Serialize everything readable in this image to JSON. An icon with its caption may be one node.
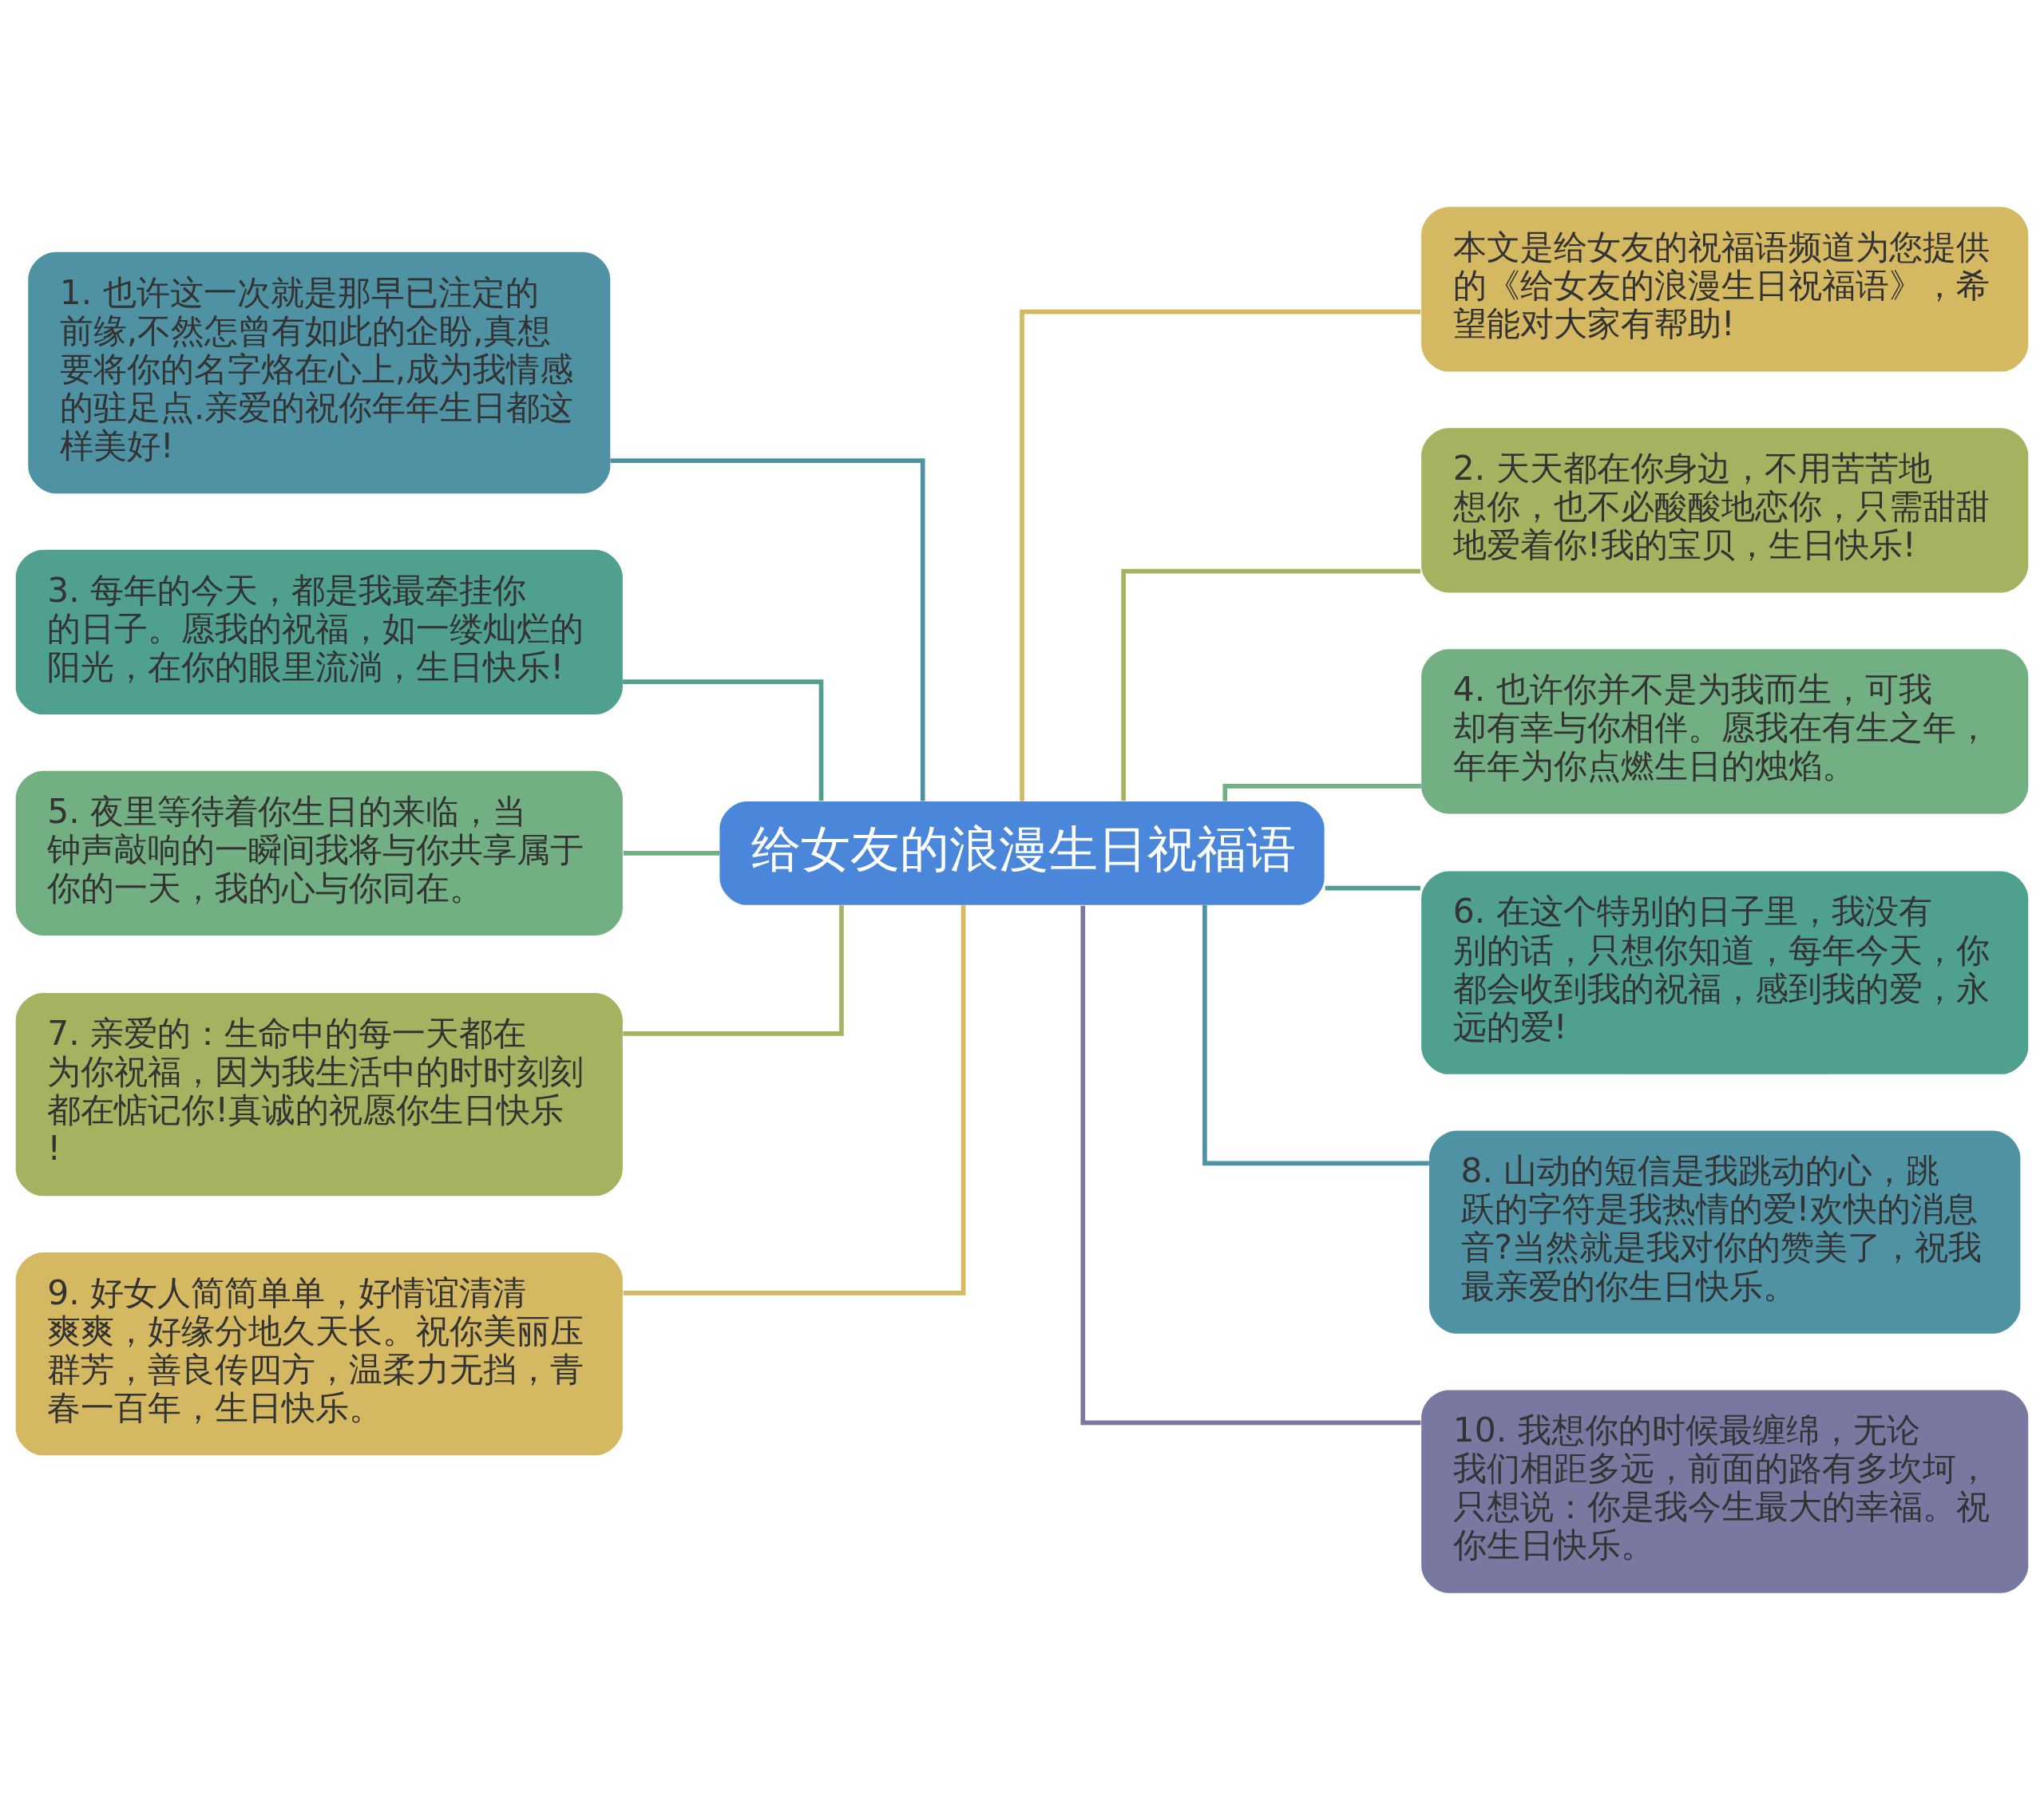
{
  "diagram": {
    "nodes": [
      {
        "text": [
          "给女友的浪漫生日祝福语"
        ]
      },
      {
        "text": [
          "本文是给女友的祝福语频道为您提供的《给女友的浪漫生日祝福语》，希望能对大家有帮助!"
        ]
      },
      {
        "text": [
          "1. 也许这一次就是那早已注定的前缘,不然怎曾有如此的企盼,真想要将你的名字烙在心上,成为我情感的驻足点.亲爱的祝你年年生日都这样美好!"
        ]
      },
      {
        "text": [
          "2. 天天都在你身边，不用苦苦地想你，也不必酸酸地恋你，只需甜甜地爱着你!我的宝贝，生日快乐!"
        ]
      },
      {
        "text": [
          "3. 每年的今天，都是我最牵挂你的日子。愿我的祝福，如一缕灿烂的阳光，在你的眼里流淌，生日快乐!"
        ]
      },
      {
        "text": [
          "4. 也许你并不是为我而生，可我却有幸与你相伴。愿我在有生之年，年年为你点燃生日的烛焰。"
        ]
      },
      {
        "text": [
          "5. 夜里等待着你生日的来临，当钟声敲响的一瞬间我将与你共享属于你的一天，我的心与你同在。"
        ]
      },
      {
        "text": [
          "6. 在这个特别的日子里，我没有别的话，只想你知道，每年今天，你都会收到我的祝福，感到我的爱，永远的爱!"
        ]
      },
      {
        "text": [
          "7. 亲爱的：生命中的每一天都在为你祝福，因为我生活中的时时刻刻都在惦记你!真诚的祝愿你生日快乐!"
        ]
      },
      {
        "text": [
          "8. 山动的短信是我跳动的心，跳跃的字符是我热情的爱!欢快的消息音?当然就是我对你的赞美了，祝我最亲爱的你生日快乐。"
        ]
      },
      {
        "text": [
          "9. 好女人简简单单，好情谊清清爽爽，好缘分地久天长。祝你美丽压群芳，善良传四方，温柔力无挡，青春一百年，生日快乐。"
        ]
      },
      {
        "text": [
          "10. 我想你的时候最缠绵，无论我们相距多远，前面的路有多坎坷，只想说：你是我今生最大的幸福。祝你生日快乐。"
        ]
      }
    ],
    "edges": [
      {
        "from": 0,
        "to": 1,
        "arrow": "none",
        "color": "#d4b962"
      },
      {
        "from": 0,
        "to": 2,
        "arrow": "none",
        "color": "#4e92a3"
      },
      {
        "from": 0,
        "to": 3,
        "arrow": "none",
        "color": "#a3b35f"
      },
      {
        "from": 0,
        "to": 4,
        "arrow": "none",
        "color": "#4fa08f"
      },
      {
        "from": 0,
        "to": 5,
        "arrow": "none",
        "color": "#72b083"
      },
      {
        "from": 0,
        "to": 6,
        "arrow": "none",
        "color": "#72b083"
      },
      {
        "from": 0,
        "to": 7,
        "arrow": "none",
        "color": "#4fa08f"
      },
      {
        "from": 0,
        "to": 8,
        "arrow": "none",
        "color": "#a3b35f"
      },
      {
        "from": 0,
        "to": 9,
        "arrow": "none",
        "color": "#4e92a3"
      },
      {
        "from": 0,
        "to": 10,
        "arrow": "none",
        "color": "#d4b962"
      },
      {
        "from": 0,
        "to": 11,
        "arrow": "none",
        "color": "#7878a0"
      }
    ]
  }
}
